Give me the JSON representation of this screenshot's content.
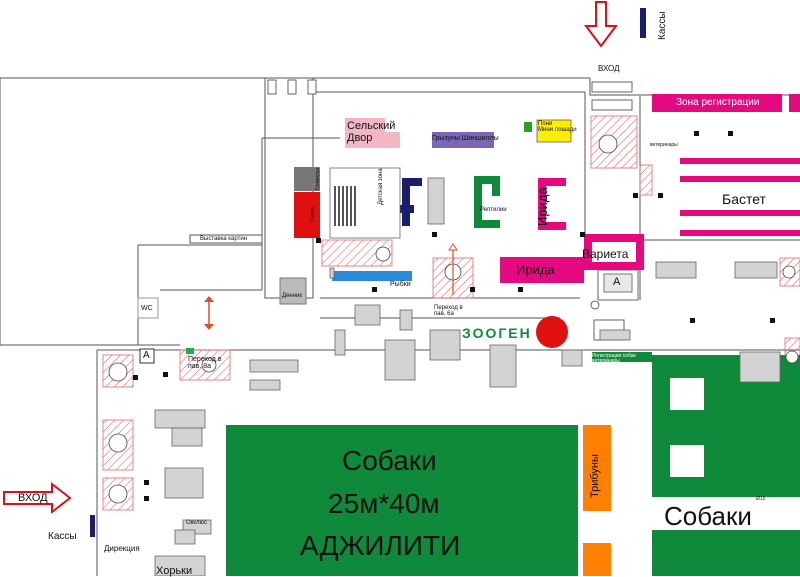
{
  "entrances": {
    "top": "ВХОД",
    "left": "ВХОД"
  },
  "cashiers": {
    "top": "Кассы",
    "left": "Кассы"
  },
  "zones": {
    "registration": "Зона регистрации",
    "bastet": "Бастет",
    "selsky_dvor": "Сельский\nДвор",
    "rodents": "Грызуны Шиншиллы",
    "ponies": "Пони\nМини лошади",
    "irida_vertical": "Ирида",
    "irida": "Ирида",
    "varieta": "Вариета",
    "reptiles": "Рептилии",
    "kids_zone": "Детская зона",
    "pictures": "Выставка картин",
    "fish": "Рыбки",
    "dennik": "Денник",
    "wc": "WC",
    "grimerka": "Гримерка",
    "scene": "Сцена",
    "passage_6a": "Переход в\nпав. 6а",
    "passage_8a": "Переход в\nпав. 8а",
    "brand": "ЗООГЕН",
    "vet_reg": "Регистрация собак\nветеринары",
    "tribunes": "Трибуны",
    "dogs_right": "Собаки",
    "agility_title": "Собаки",
    "agility_size": "25м*40м",
    "agility_name": "АДЖИЛИТИ",
    "oklyus": "Окклюс",
    "direction": "Дирекция",
    "horki": "Хорьки",
    "sector_a": "А",
    "veterinars": "ветеринары",
    "ring_sign": "Ø15"
  },
  "colors": {
    "green": "#0f8a3a",
    "magenta": "#e5097f",
    "orange": "#ff8000",
    "red": "#e01010",
    "blue": "#2a8ad6",
    "navy": "#1b1d6e",
    "purple": "#7b67b5",
    "yellow": "#ffee00",
    "pink": "#f3b7c4",
    "grey": "#cfcfcf",
    "walls": "#555555"
  }
}
